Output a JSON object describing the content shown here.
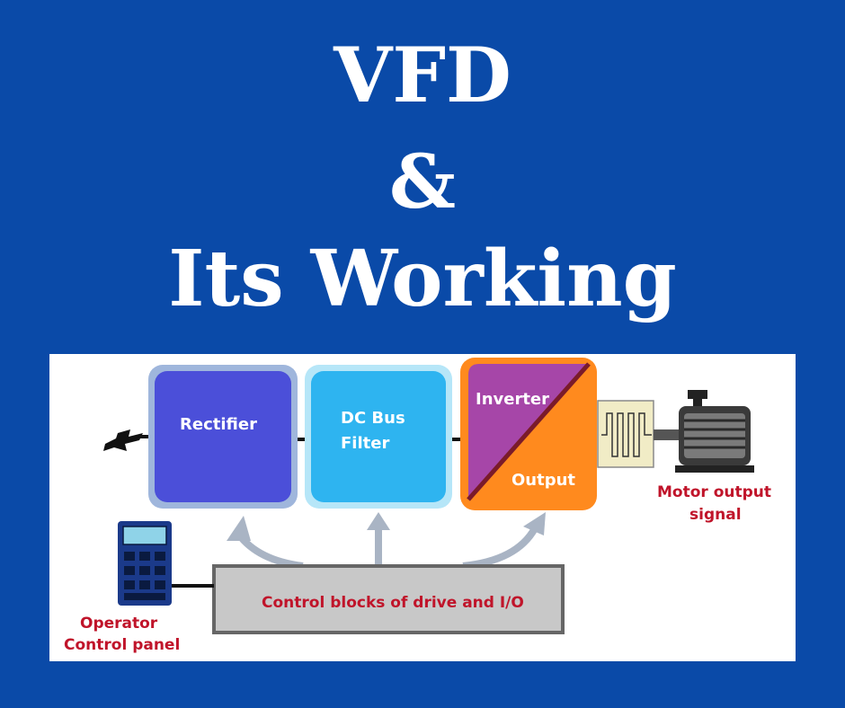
{
  "title": {
    "line1": "VFD",
    "line2": "&",
    "line3": "Its Working"
  },
  "diagram": {
    "rectifier": "Rectifier",
    "dc_bus_line1": "DC Bus",
    "dc_bus_line2": "Filter",
    "inverter": "Inverter",
    "output": "Output",
    "control_blocks": "Control blocks of drive and I/O",
    "operator_line1": "Operator",
    "operator_line2": "Control panel",
    "motor_line1": "Motor output",
    "motor_line2": "signal"
  },
  "colors": {
    "background": "#0a4aa8",
    "rectifier": "#4b4fd9",
    "dc_bus": "#2eb4f0",
    "inverter": "#a646a8",
    "output": "#ff8a1e",
    "control_box": "#c8c8c8",
    "red_label": "#c0142a",
    "arrow": "#a9b4c4"
  }
}
